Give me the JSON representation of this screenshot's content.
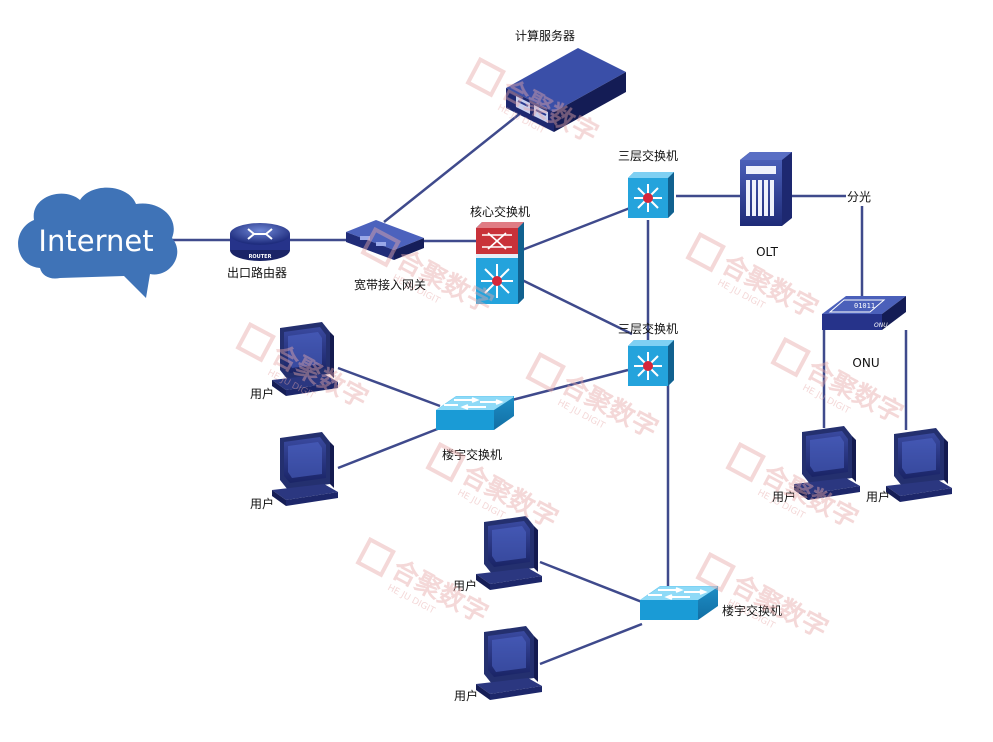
{
  "nodes": {
    "internet": "Internet",
    "router": "出口路由器",
    "router_tag": "ROUTER",
    "gateway": "宽带接入网关",
    "server": "计算服务器",
    "core_switch": "核心交换机",
    "l3_switch_1": "三层交换机",
    "l3_switch_2": "三层交换机",
    "olt": "OLT",
    "splitter": "分光",
    "onu": "ONU",
    "onu_bits": "01011",
    "onu_tag": "ONU",
    "building_switch_1": "楼宇交换机",
    "building_switch_2": "楼宇交换机",
    "user_1": "用户",
    "user_2": "用户",
    "user_3": "用户",
    "user_4": "用户",
    "user_5": "用户",
    "user_6": "用户"
  },
  "watermark": {
    "text": "合聚数字",
    "sub": "HE JU DIGIT",
    "color": "#e7a9a9"
  },
  "colors": {
    "link": "#3f4a8c",
    "cloud": "#3f73b7",
    "device_blue": "#2a3a8f",
    "switch_cyan": "#1e9fd6",
    "core_red": "#c9323a"
  }
}
